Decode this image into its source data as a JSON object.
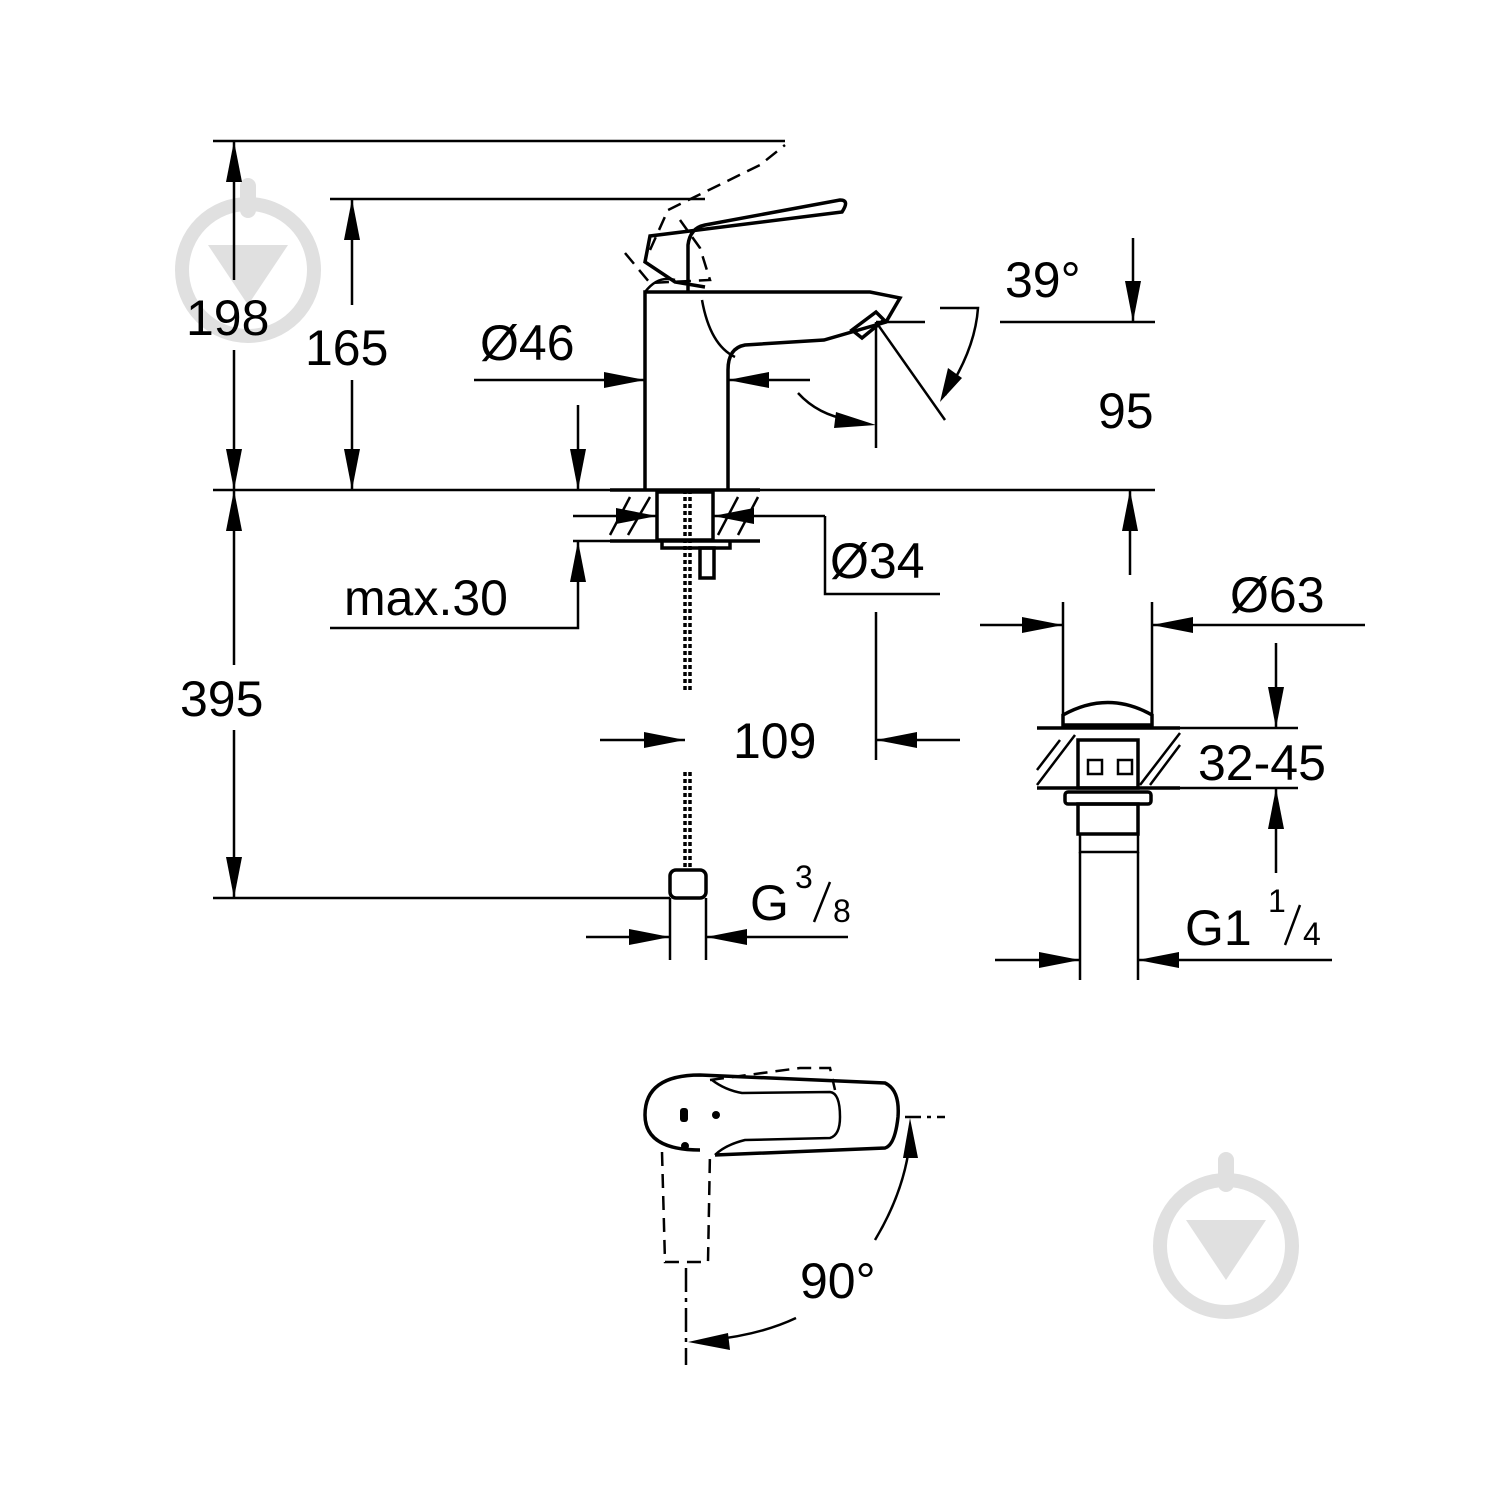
{
  "drawing": {
    "title": "Basin mixer dimension drawing",
    "colors": {
      "line": "#000000",
      "background": "#ffffff",
      "watermark": "#e0e0e0"
    },
    "dimensions": {
      "total_height": "198",
      "spout_height": "165",
      "body_diameter": "Ø46",
      "spout_angle": "39°",
      "spout_projection_height": "95",
      "mounting_hole_diameter": "Ø34",
      "max_deck_thickness": "max.30",
      "hose_length": "395",
      "spout_reach": "109",
      "hose_connection": {
        "prefix": "G",
        "num": "3",
        "den": "8"
      },
      "waste_diameter": "Ø63",
      "waste_thickness_range": "32-45",
      "waste_connection": {
        "prefix": "G1",
        "num": "1",
        "den": "4"
      },
      "lever_rotation": "90°"
    },
    "watermark_icon": "trowel-in-circle-icon"
  }
}
